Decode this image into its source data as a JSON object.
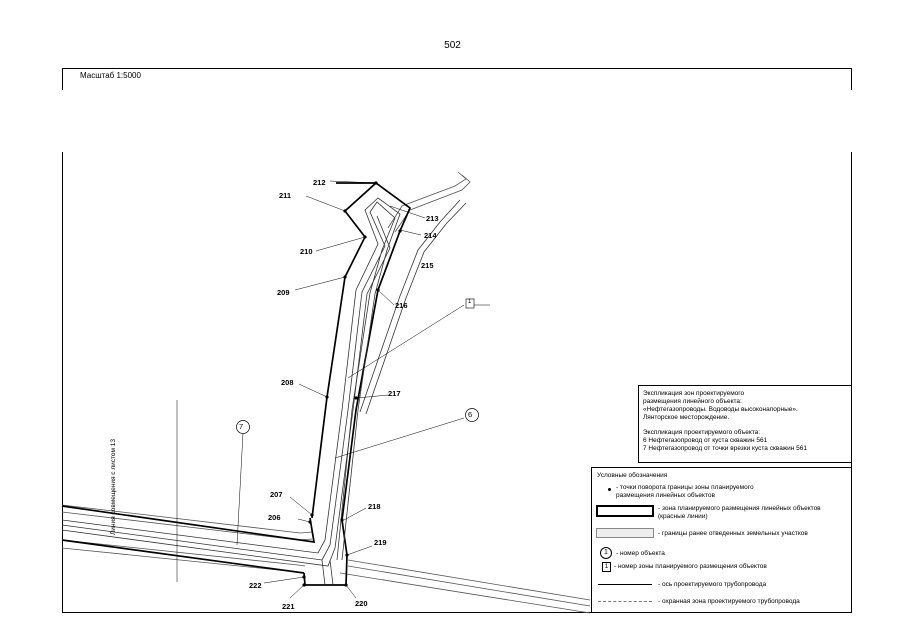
{
  "page_number": "502",
  "scale_label": "Масштаб 1:5000",
  "side_label": "Линия совмещения с листом 13",
  "object_labels": [
    "7",
    "6"
  ],
  "zone_label": "1",
  "points": [
    "207",
    "206",
    "208",
    "209",
    "210",
    "211",
    "212",
    "213",
    "214",
    "215",
    "216",
    "217",
    "218",
    "219",
    "220",
    "221",
    "222"
  ],
  "explication_zones": {
    "line1": "Экспликация зон проектируемого",
    "line2": "размещения линейного объекта:",
    "line3": "«Нефтегазопроводы. Водоводы высоконапорные».",
    "line4": "Лянторское месторождение."
  },
  "explication_objects": {
    "title": "Экспликация проектируемого объекта:",
    "item6": "6    Нефтегазопровод от куста скважин 561",
    "item7": "7    Нефтегазопровод от точки врезки куста скважин 561"
  },
  "legend": {
    "title": "Условные обозначения",
    "turn_points": "- точки поворота границы зоны планируемого размещения линейных объектов",
    "zone": "- зона планируемого размещения линейных объектов (красные линии)",
    "prev_plots": "- границы ранее отведенных земельных участков",
    "object_number_sym": "1",
    "object_number": "- номер  объекта",
    "zone_number_sym": "1",
    "zone_number": "- номер зоны планируемого размещения объектов",
    "axis": "- ось проектируемого трубопровода",
    "protection": "- охранная зона проектируемого трубопровода"
  },
  "colors": {
    "line": "#000000",
    "prev_plot": "#888888"
  }
}
